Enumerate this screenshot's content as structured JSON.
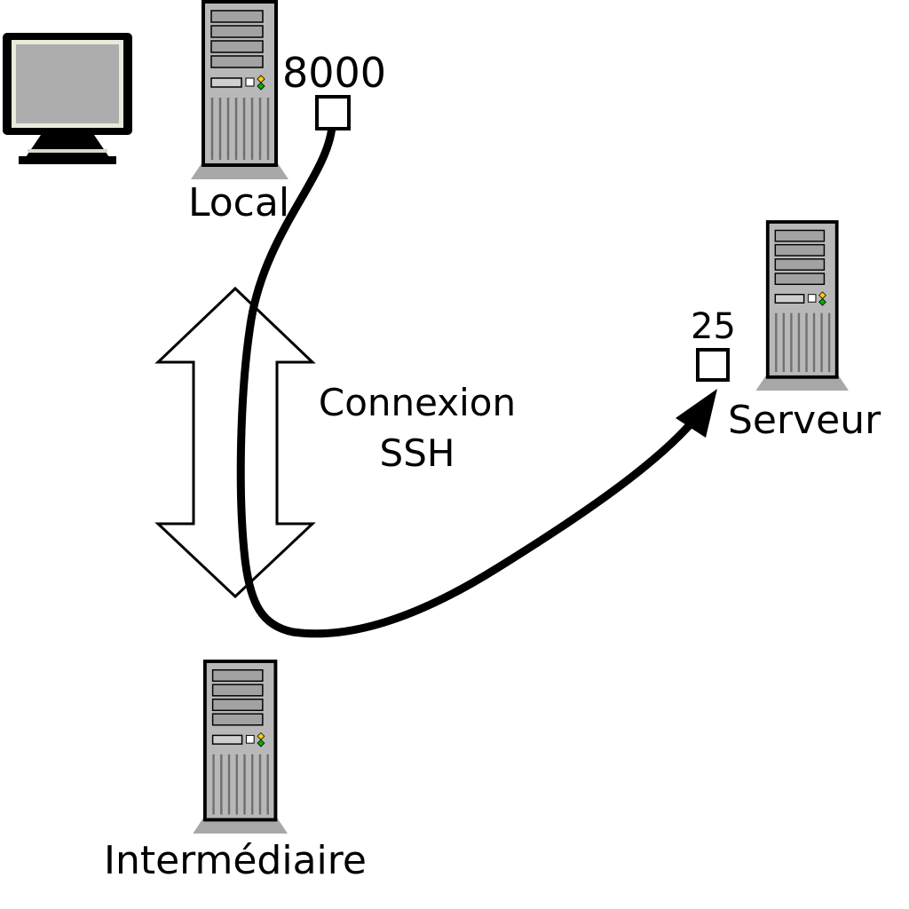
{
  "diagram": {
    "nodes": {
      "local": {
        "type": "server-tower",
        "label": "Local",
        "port_label": "8000"
      },
      "intermediaire": {
        "type": "server-tower",
        "label": "Intermédiaire"
      },
      "serveur": {
        "type": "server-tower",
        "label": "Serveur",
        "port_label": "25"
      },
      "monitor": {
        "type": "monitor"
      }
    },
    "connection": {
      "line1": "Connexion",
      "line2": "SSH"
    },
    "colors": {
      "background": "#ffffff",
      "outline": "#000000",
      "tower_body": "#b8b8b8",
      "tower_bay": "#a2a2a2",
      "tower_base": "#a8a8a8",
      "monitor_screen": "#adadad",
      "monitor_bezel": "#e9e9dc",
      "port_box_fill": "#ffffff",
      "led_yellow": "#ffd000",
      "led_green": "#00b000"
    }
  }
}
